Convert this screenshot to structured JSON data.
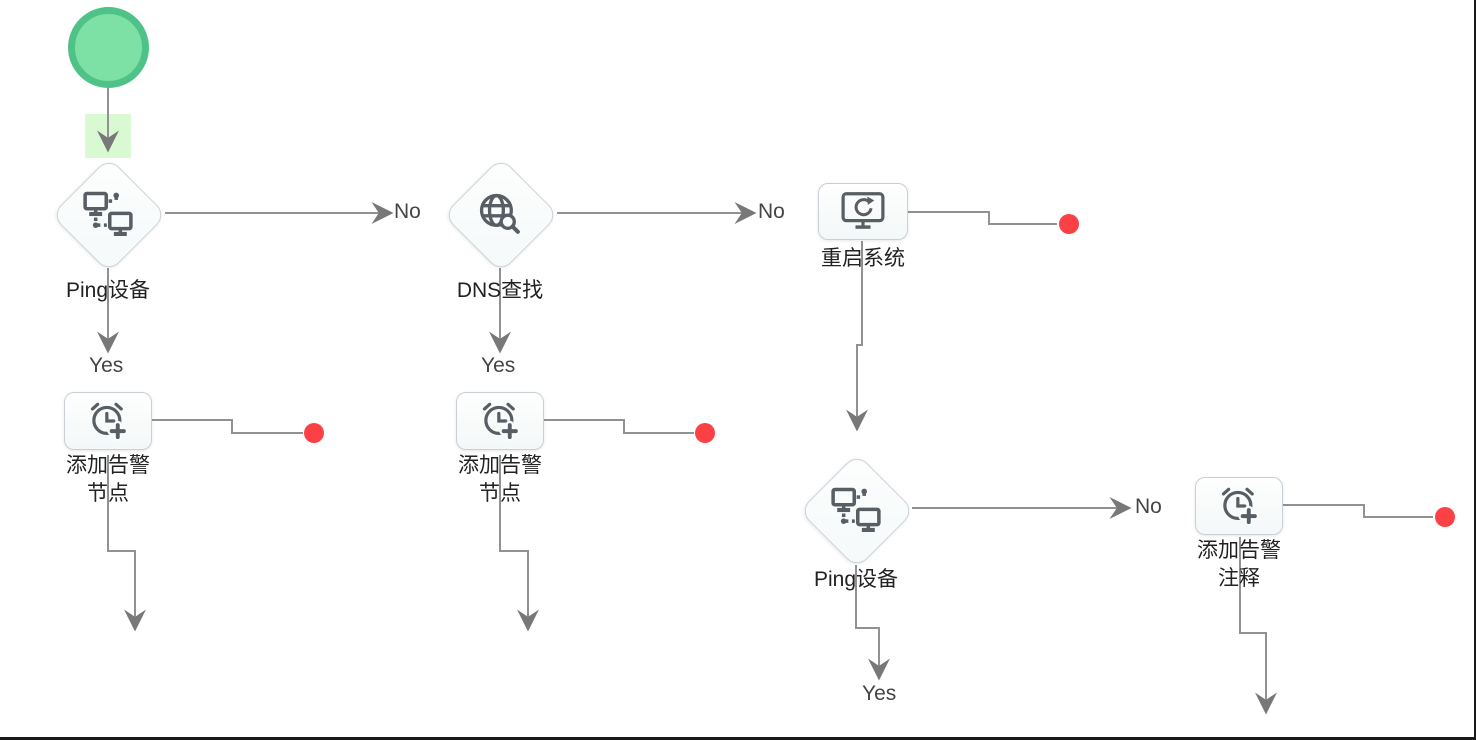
{
  "diagram": {
    "type": "workflow-flowchart",
    "edge_labels": {
      "no": "No",
      "yes": "Yes"
    },
    "nodes": {
      "start": {
        "type": "start-circle"
      },
      "ping_device_1": {
        "label": "Ping设备",
        "type": "decision",
        "icon": "network-computers-icon"
      },
      "dns_lookup": {
        "label": "DNS查找",
        "type": "decision",
        "icon": "globe-search-icon"
      },
      "restart_system": {
        "label": "重启系统",
        "type": "action",
        "icon": "monitor-refresh-icon"
      },
      "add_alarm_node_1": {
        "label_line1": "添加告警",
        "label_line2": "节点",
        "type": "action",
        "icon": "alarm-clock-plus-icon"
      },
      "add_alarm_node_2": {
        "label_line1": "添加告警",
        "label_line2": "节点",
        "type": "action",
        "icon": "alarm-clock-plus-icon"
      },
      "ping_device_2": {
        "label": "Ping设备",
        "type": "decision",
        "icon": "network-computers-icon"
      },
      "add_alarm_comment": {
        "label_line1": "添加告警",
        "label_line2": "注释",
        "type": "action",
        "icon": "alarm-clock-plus-icon"
      }
    },
    "flows": [
      {
        "from": "start",
        "to": "ping_device_1",
        "label": ""
      },
      {
        "from": "ping_device_1",
        "to": "dns_lookup",
        "label": "No"
      },
      {
        "from": "ping_device_1",
        "to": "add_alarm_node_1",
        "label": "Yes"
      },
      {
        "from": "add_alarm_node_1",
        "to": "end_dot_1",
        "label": ""
      },
      {
        "from": "add_alarm_node_1",
        "to": "offscreen_below_1",
        "label": ""
      },
      {
        "from": "dns_lookup",
        "to": "restart_system",
        "label": "No"
      },
      {
        "from": "dns_lookup",
        "to": "add_alarm_node_2",
        "label": "Yes"
      },
      {
        "from": "add_alarm_node_2",
        "to": "end_dot_2",
        "label": ""
      },
      {
        "from": "add_alarm_node_2",
        "to": "offscreen_below_2",
        "label": ""
      },
      {
        "from": "restart_system",
        "to": "end_dot_3",
        "label": ""
      },
      {
        "from": "restart_system",
        "to": "ping_device_2",
        "label": ""
      },
      {
        "from": "ping_device_2",
        "to": "add_alarm_comment",
        "label": "No"
      },
      {
        "from": "ping_device_2",
        "to": "offscreen_below_3",
        "label": "Yes"
      },
      {
        "from": "add_alarm_comment",
        "to": "end_dot_4",
        "label": ""
      },
      {
        "from": "add_alarm_comment",
        "to": "offscreen_below_4",
        "label": ""
      }
    ],
    "colors": {
      "start_fill": "#7de0a5",
      "start_border": "#4ec287",
      "drop_highlight": "#d8f9d2",
      "edge_stroke": "#8f9193",
      "arrowhead": "#787878",
      "end_dot": "#fb4145",
      "node_border": "#c9cfd4",
      "node_fill": "#fbfdfd",
      "icon_stroke": "#575f64",
      "label_text": "#222222",
      "window_border": "#1a1a1a"
    }
  }
}
